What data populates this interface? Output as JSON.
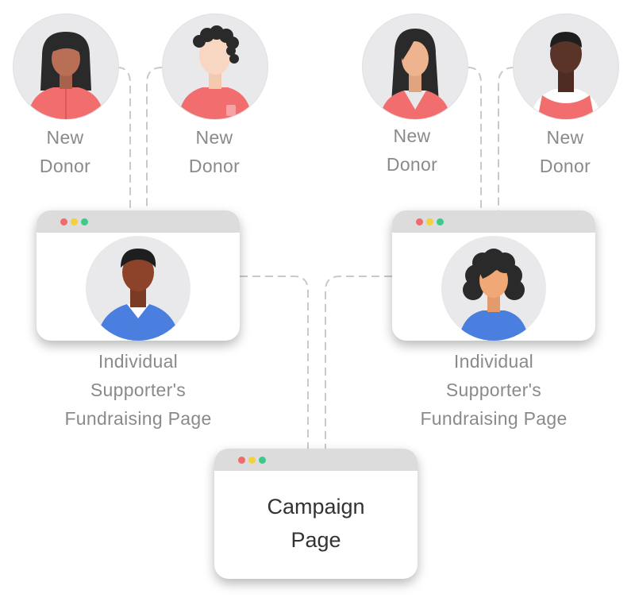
{
  "colors": {
    "dot_red": "#f26b6b",
    "dot_yellow": "#f4d03f",
    "dot_green": "#3cc98c",
    "connector": "#c9c9c9",
    "label_gray": "#8a8a8a"
  },
  "donors": [
    {
      "line1": "New",
      "line2": "Donor",
      "icon": "female-donor-avatar-icon"
    },
    {
      "line1": "New",
      "line2": "Donor",
      "icon": "male-donor-avatar-icon"
    },
    {
      "line1": "New",
      "line2": "Donor",
      "icon": "female-donor-avatar-icon"
    },
    {
      "line1": "New",
      "line2": "Donor",
      "icon": "male-donor-avatar-icon"
    }
  ],
  "supporter_pages": [
    {
      "line1": "Individual",
      "line2": "Supporter's",
      "line3": "Fundraising Page",
      "icon": "male-supporter-avatar-icon"
    },
    {
      "line1": "Individual",
      "line2": "Supporter's",
      "line3": "Fundraising Page",
      "icon": "female-supporter-avatar-icon"
    }
  ],
  "campaign": {
    "line1": "Campaign",
    "line2": "Page"
  }
}
